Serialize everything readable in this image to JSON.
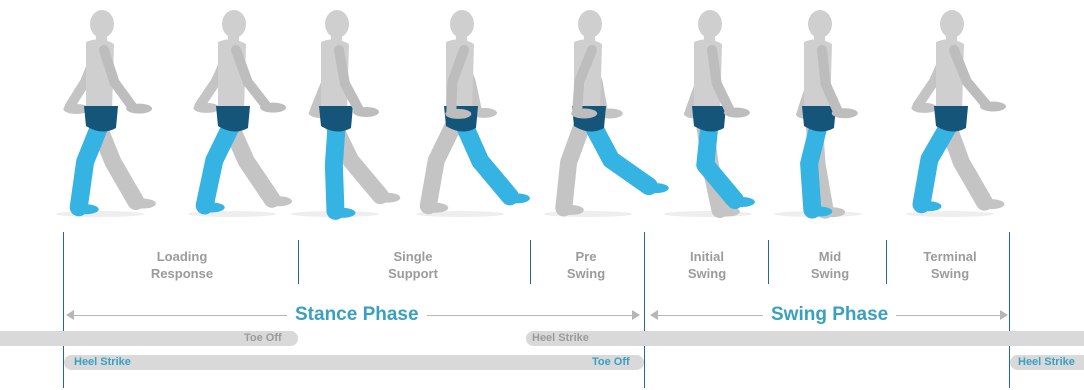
{
  "colors": {
    "stance_leg": "#35b3e2",
    "pelvis": "#15557a",
    "body_gray": "#cfcfcf",
    "divider": "#1f6e8c",
    "phase_title": "#3aa0c2",
    "label_gray": "#9b9b9b",
    "bar_gray": "#d9d9d9"
  },
  "figures": [
    {
      "pose": "loading-response"
    },
    {
      "pose": "loading-response-late"
    },
    {
      "pose": "single-support-early"
    },
    {
      "pose": "single-support-late"
    },
    {
      "pose": "pre-swing"
    },
    {
      "pose": "initial-swing"
    },
    {
      "pose": "mid-swing"
    },
    {
      "pose": "terminal-swing"
    }
  ],
  "sub_phases": [
    {
      "line1": "Loading",
      "line2": "Response"
    },
    {
      "line1": "Single",
      "line2": "Support"
    },
    {
      "line1": "Pre",
      "line2": "Swing"
    },
    {
      "line1": "Initial",
      "line2": "Swing"
    },
    {
      "line1": "Mid",
      "line2": "Swing"
    },
    {
      "line1": "Terminal",
      "line2": "Swing"
    }
  ],
  "phases": {
    "stance": "Stance Phase",
    "swing": "Swing Phase"
  },
  "bars": {
    "top_left": "Toe Off",
    "top_right": "Heel Strike",
    "bottom_left_start": "Heel Strike",
    "bottom_left_end": "Toe Off",
    "bottom_right": "Heel Strike"
  }
}
